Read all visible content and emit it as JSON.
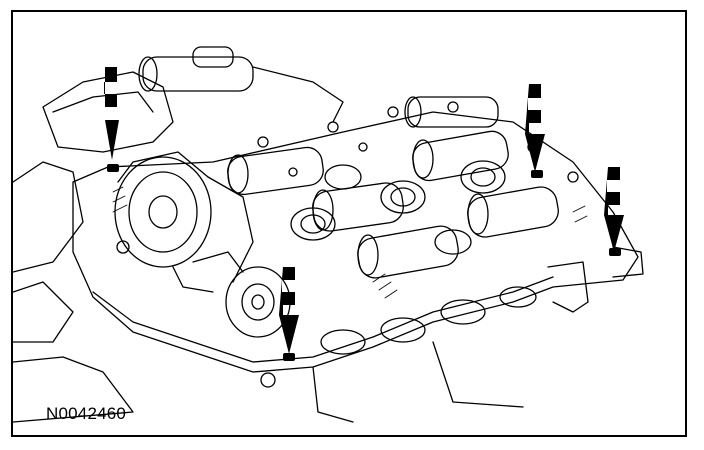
{
  "figure": {
    "reference_code": "N0042460",
    "subject": "engine-cylinder-head-cover-bolts",
    "callout_arrow_count": 4,
    "callout_arrow_icon": "down-arrow-icon",
    "line_color": "#000000",
    "background_color": "#ffffff"
  }
}
